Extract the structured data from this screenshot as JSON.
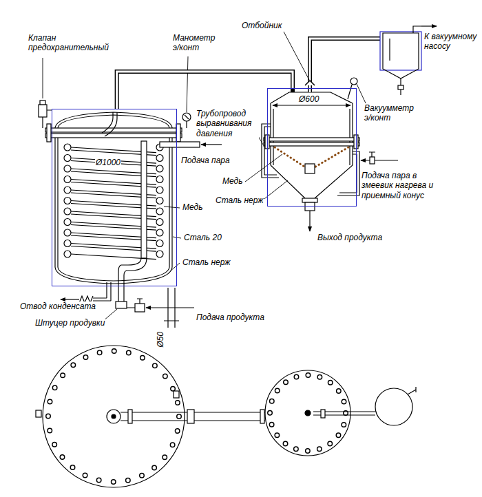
{
  "diagram": {
    "nodes": [
      {
        "text": [
          "Ø1000"
        ]
      },
      {
        "text": [
          "Ø600"
        ]
      }
    ],
    "edges": [
      {
        "from": 0,
        "to": 1,
        "arrow": "none"
      }
    ],
    "labels": [
      "Клапан предохранительный",
      "Манометр э/конт",
      "Отбойник",
      "К вакуумному насосу",
      "Трубопровод выравнивания давления",
      "Вакуумметр э/конт",
      "Подача пара",
      "Медь",
      "Сталь 20",
      "Сталь нерж",
      "Медь",
      "Сталь нерж",
      "Подача пара в змеевик нагрева и приемный конус",
      "Выход продукта",
      "Отвод конденсата",
      "Штуцер продувки",
      "Подача продукта",
      "Ø50"
    ]
  }
}
